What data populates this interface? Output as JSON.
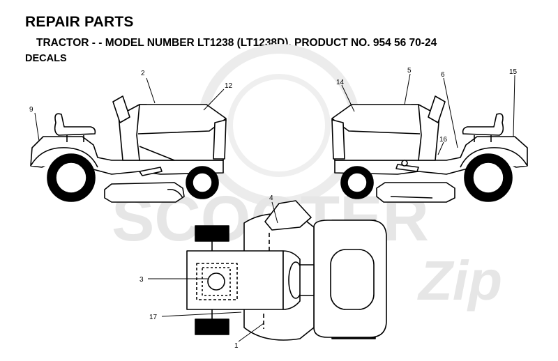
{
  "header": {
    "title": "REPAIR PARTS",
    "subtitle": "TRACTOR - - MODEL NUMBER LT1238 (LT1238D), PRODUCT NO. 954 56 70-24",
    "section": "DECALS"
  },
  "watermark": {
    "word": "SCOOTER",
    "script": "Zip",
    "color": "#e6e6e6"
  },
  "callouts": {
    "c1": "1",
    "c2": "2",
    "c3": "3",
    "c4": "4",
    "c5": "5",
    "c6": "6",
    "c9": "9",
    "c12": "12",
    "c14": "14",
    "c15": "15",
    "c16": "16",
    "c17": "17"
  }
}
